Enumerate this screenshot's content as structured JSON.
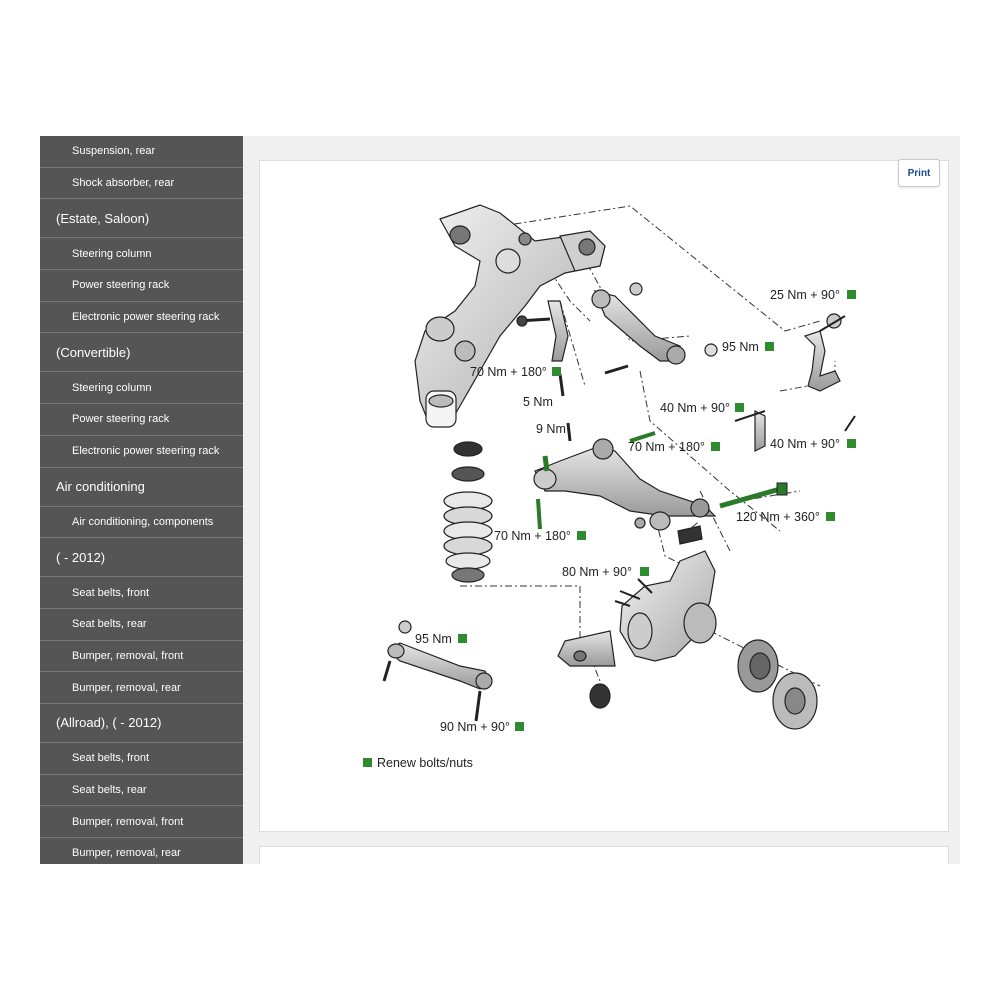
{
  "colors": {
    "renew_marker": "#2e8b2e",
    "sidebar_bg": "#555555"
  },
  "sidebar": {
    "items": [
      {
        "label": "Suspension, rear",
        "level": "sub"
      },
      {
        "label": "Shock absorber, rear",
        "level": "sub"
      },
      {
        "label": "(Estate, Saloon)",
        "level": "head"
      },
      {
        "label": "Steering column",
        "level": "sub"
      },
      {
        "label": "Power steering rack",
        "level": "sub"
      },
      {
        "label": "Electronic power steering rack",
        "level": "sub"
      },
      {
        "label": "(Convertible)",
        "level": "head"
      },
      {
        "label": "Steering column",
        "level": "sub"
      },
      {
        "label": "Power steering rack",
        "level": "sub"
      },
      {
        "label": "Electronic power steering rack",
        "level": "sub"
      },
      {
        "label": "Air conditioning",
        "level": "head"
      },
      {
        "label": "Air conditioning, components",
        "level": "sub"
      },
      {
        "label": "( - 2012)",
        "level": "head"
      },
      {
        "label": "Seat belts, front",
        "level": "sub"
      },
      {
        "label": "Seat belts, rear",
        "level": "sub"
      },
      {
        "label": "Bumper, removal, front",
        "level": "sub"
      },
      {
        "label": "Bumper, removal, rear",
        "level": "sub"
      },
      {
        "label": "(Allroad), ( - 2012)",
        "level": "head"
      },
      {
        "label": "Seat belts, front",
        "level": "sub"
      },
      {
        "label": "Seat belts, rear",
        "level": "sub"
      },
      {
        "label": "Bumper, removal, front",
        "level": "sub"
      },
      {
        "label": "Bumper, removal, rear",
        "level": "sub"
      }
    ]
  },
  "toolbar": {
    "print_label": "Print"
  },
  "diagram": {
    "labels": {
      "t1": "25 Nm + 90°",
      "t2": "95 Nm",
      "t3": "70 Nm + 180°",
      "t4": "5 Nm",
      "t5": "40 Nm + 90°",
      "t6": "9 Nm",
      "t7": "70 Nm + 180°",
      "t8": "40 Nm + 90°",
      "t9": "120 Nm + 360°",
      "t10": "70 Nm + 180°",
      "t11": "80 Nm + 90°",
      "t12": "95 Nm",
      "t13": "90 Nm + 90°"
    },
    "legend": "Renew bolts/nuts"
  }
}
